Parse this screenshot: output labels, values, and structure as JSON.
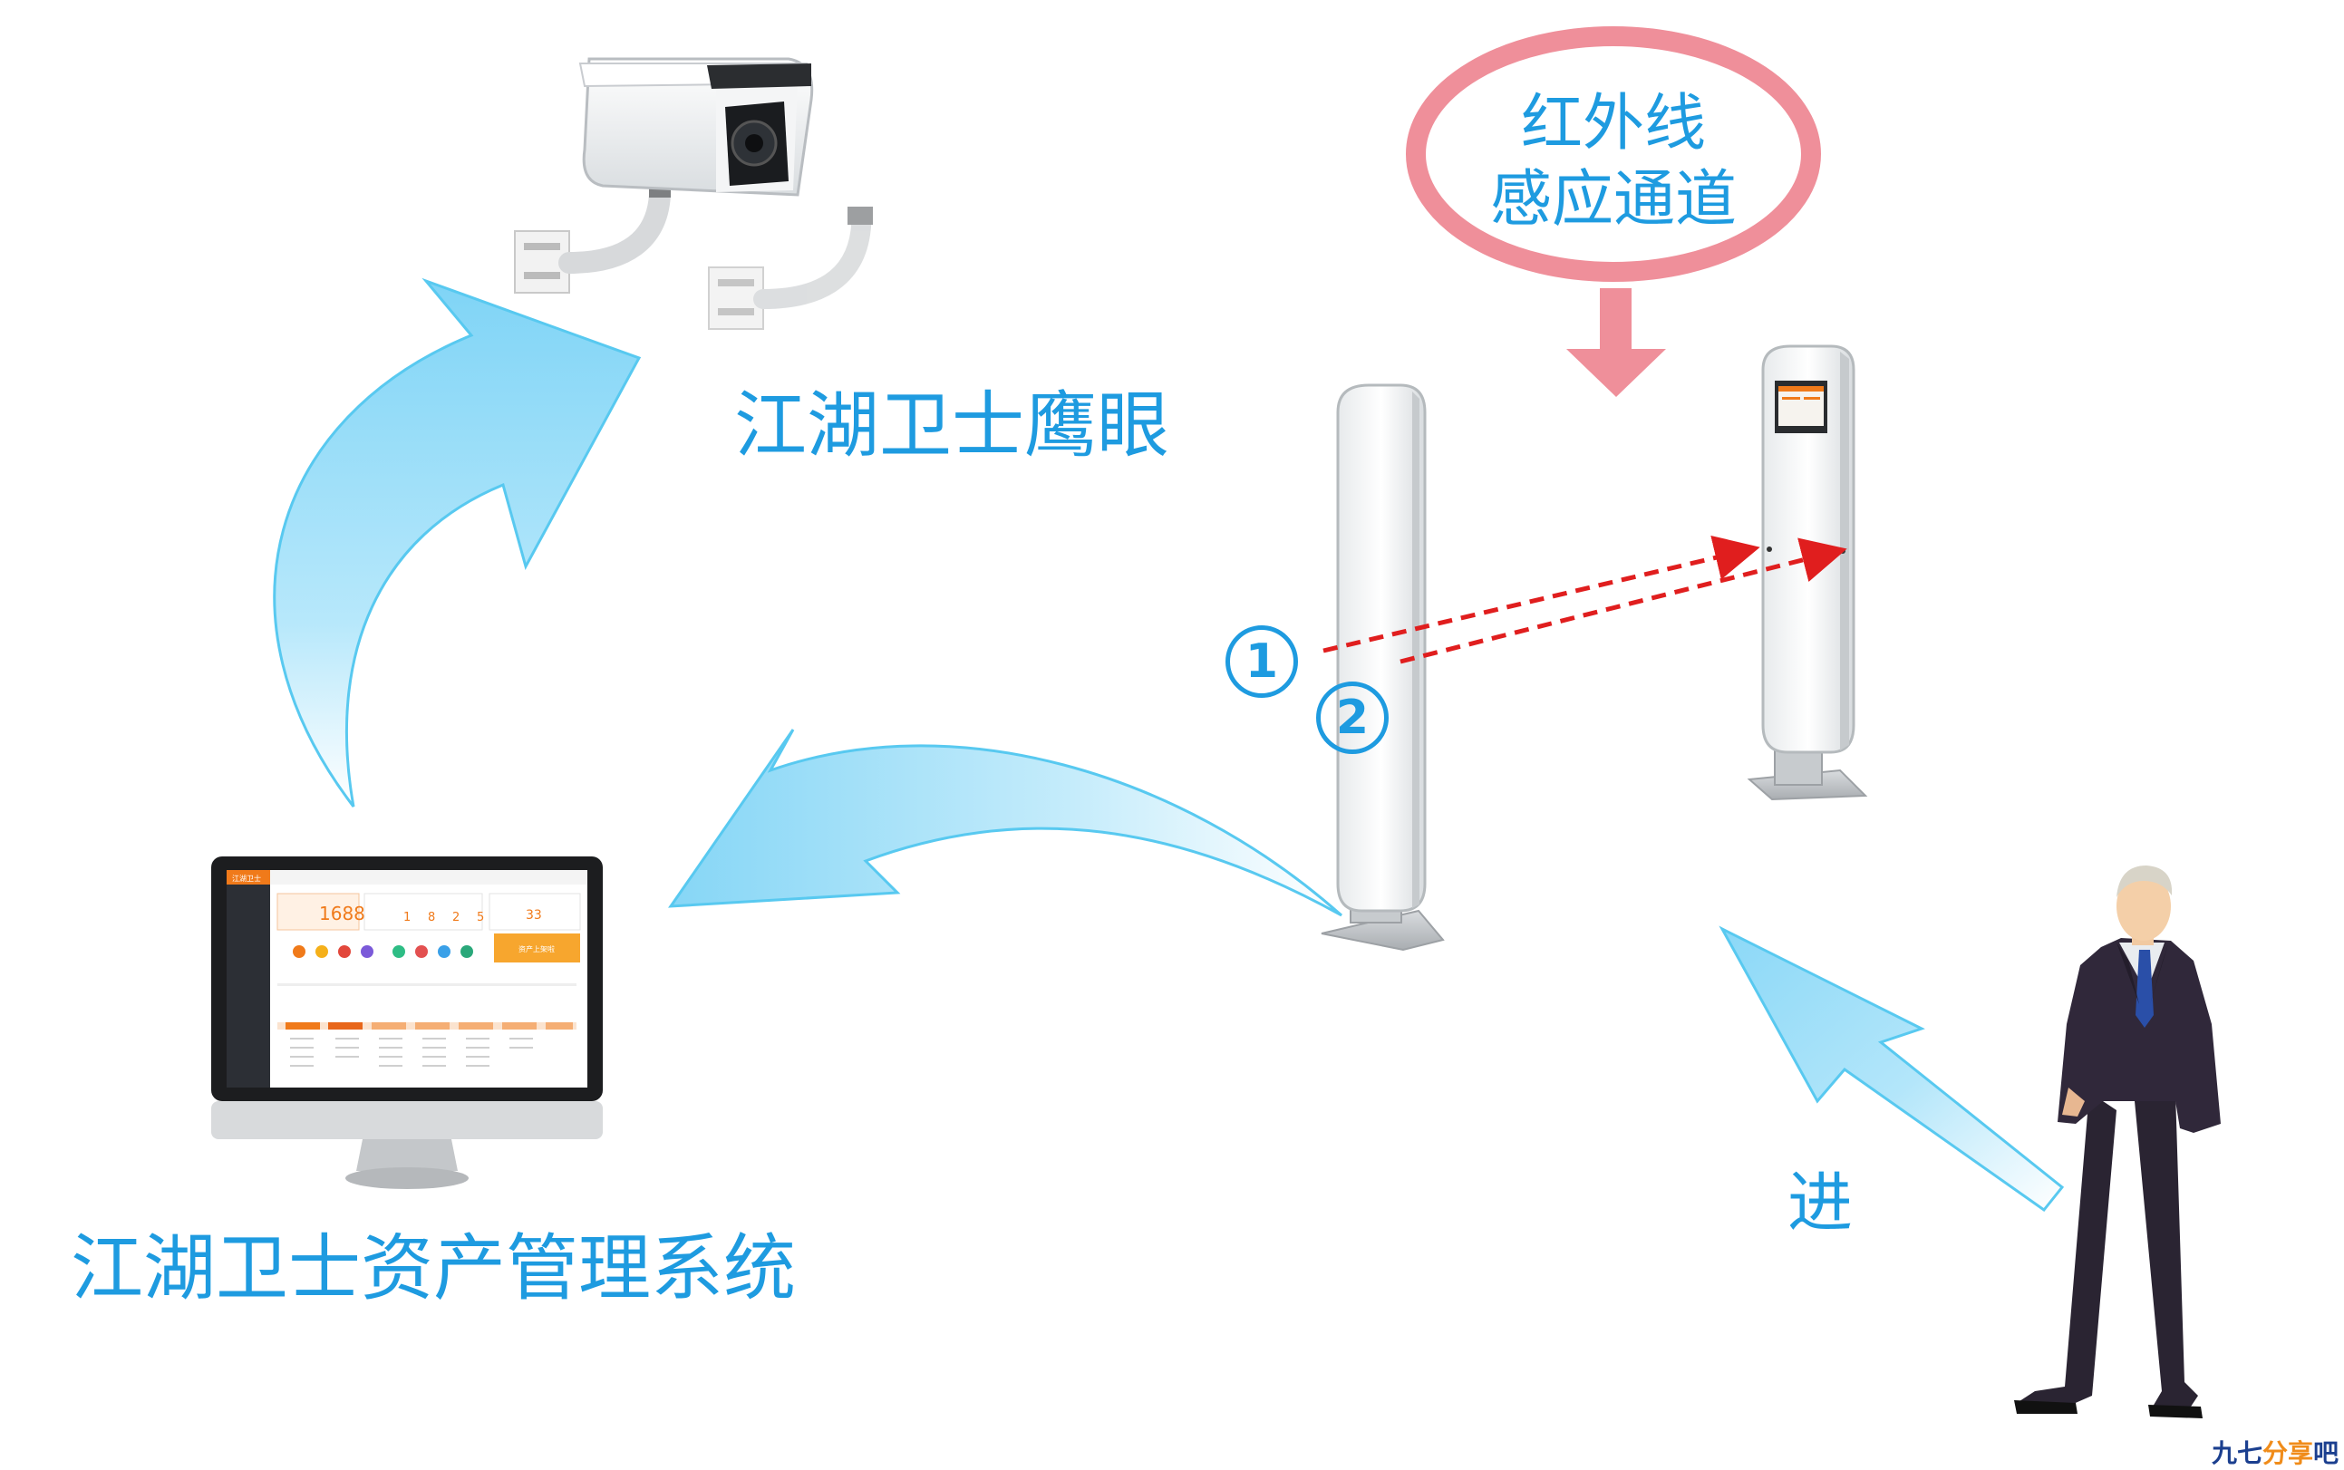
{
  "labels": {
    "camera": "江湖卫士鹰眼",
    "system": "江湖卫士资产管理系统",
    "infrared_line1": "红外线",
    "infrared_line2": "感应通道",
    "enter": "进",
    "beam1": "①",
    "beam2": "②"
  },
  "watermark": {
    "part1": "九七",
    "part2": "分享",
    "part3": "吧"
  },
  "monitor_screen": {
    "logo": "江湖卫士",
    "big_number": "1688",
    "stats": [
      "1",
      "8",
      "2",
      "5"
    ],
    "side_number": "33",
    "banner": "资产上架啦"
  },
  "colors": {
    "arrow_fill": "#9ddcf8",
    "arrow_stroke": "#58c9f0",
    "text_blue": "#1e9be0",
    "callout_pink": "#ef8f9a",
    "beam_red": "#e01e1e",
    "screen_accent": "#f07a1a"
  }
}
